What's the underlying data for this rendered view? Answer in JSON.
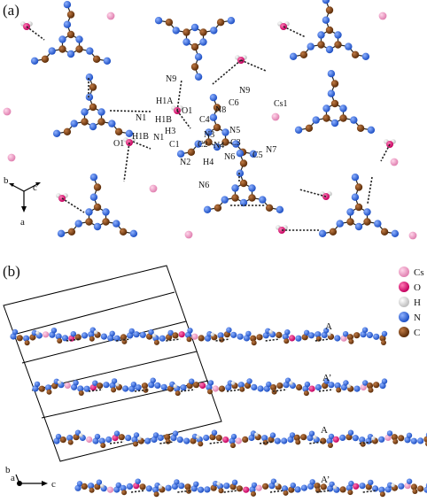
{
  "panel_a": {
    "tag": "(a)",
    "atoms": {
      "n9_top": "N9",
      "h1a": "H1A",
      "o1_top": "O1",
      "n1_left": "N1",
      "h1b_top": "H1B",
      "h3": "H3",
      "n3": "N3",
      "n5": "N5",
      "c4": "C4",
      "n8": "N8",
      "c6": "C6",
      "n9_right": "N9",
      "cs1": "Cs1",
      "o1_left": "O1",
      "h1b_left": "H1B",
      "n1_mid": "N1",
      "c1": "C1",
      "n2": "N2",
      "c2": "C2",
      "n4": "N4",
      "c3": "C3",
      "n6_mid": "N6",
      "c5": "C5",
      "n7": "N7",
      "h4": "H4",
      "n6_low": "N6"
    },
    "axes": {
      "b": "b",
      "c": "c",
      "a": "a"
    }
  },
  "panel_b": {
    "tag": "(b)",
    "layer_labels": [
      "A",
      "A’",
      "A",
      "A’"
    ],
    "axes": {
      "b": "b",
      "a": "a",
      "c": "c"
    },
    "legend": [
      {
        "label": "Cs",
        "color": "#f2a6c8"
      },
      {
        "label": "O",
        "color": "#e8187a"
      },
      {
        "label": "H",
        "color": "#e9e9e9"
      },
      {
        "label": "N",
        "color": "#2b62d9"
      },
      {
        "label": "C",
        "color": "#7a3f10"
      }
    ]
  },
  "colors": {
    "Cs": "#f2a6c8",
    "O": "#e8187a",
    "H": "#e0e0e0",
    "N": "#2b62d9",
    "C": "#7a3f10"
  }
}
